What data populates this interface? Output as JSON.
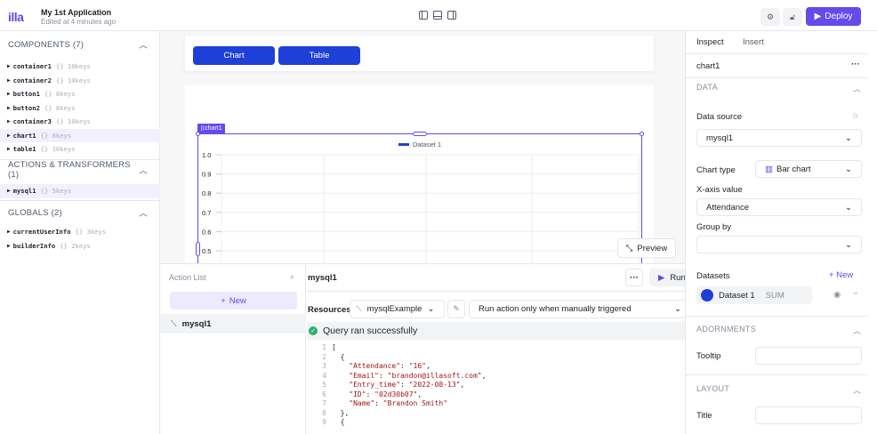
{
  "app": {
    "logo": "illa",
    "name": "My 1st Application",
    "edited": "Edited at 4 minutes ago",
    "deploy_label": "Deploy"
  },
  "components": {
    "header": "COMPONENTS (7)",
    "items": [
      {
        "name": "container1",
        "meta": "{} 10keys"
      },
      {
        "name": "container2",
        "meta": "{} 10keys"
      },
      {
        "name": "button1",
        "meta": "{} 8keys"
      },
      {
        "name": "button2",
        "meta": "{} 8keys"
      },
      {
        "name": "container3",
        "meta": "{} 10keys"
      },
      {
        "name": "chart1",
        "meta": "{} 8keys"
      },
      {
        "name": "table1",
        "meta": "{} 10keys"
      }
    ]
  },
  "actions": {
    "header": "ACTIONS & TRANSFORMERS (1)",
    "items": [
      {
        "name": "mysql1",
        "meta": "{} 5keys"
      }
    ]
  },
  "globals": {
    "header": "GLOBALS (2)",
    "items": [
      {
        "name": "currentUserInfo",
        "meta": "{} 3keys"
      },
      {
        "name": "builderInfo",
        "meta": "{} 2keys"
      }
    ]
  },
  "canvas": {
    "btn_chart": "Chart",
    "btn_table": "Table",
    "chart_tag": "chart1",
    "preview_label": "Preview"
  },
  "chart_data": {
    "type": "bar",
    "legend": [
      "Dataset 1"
    ],
    "y_ticks": [
      "1.0",
      "0.9",
      "0.8",
      "0.7",
      "0.6",
      "0.5"
    ],
    "ylim": [
      0.5,
      1.0
    ],
    "series": [
      {
        "name": "Dataset 1",
        "values": []
      }
    ],
    "grid": true,
    "legend_position": "top-center"
  },
  "action_list": {
    "title": "Action List",
    "new_label": "New",
    "items": [
      {
        "name": "mysql1"
      }
    ]
  },
  "editor": {
    "name": "mysql1",
    "more_label": "···",
    "run_label": "Run",
    "resources_label": "Resources",
    "resource_value": "mysqlExample",
    "trigger_value": "Run action only when manually triggered",
    "success_text": "Query ran successfully",
    "code_lines": [
      {
        "n": "1",
        "t": "["
      },
      {
        "n": "2",
        "t": "  {"
      },
      {
        "n": "3",
        "t": "    \"Attendance\": \"16\","
      },
      {
        "n": "4",
        "t": "    \"Email\": \"brandon@illasoft.com\","
      },
      {
        "n": "5",
        "t": "    \"Entry_time\": \"2022-08-13\","
      },
      {
        "n": "6",
        "t": "    \"ID\": \"02d30b07\","
      },
      {
        "n": "7",
        "t": "    \"Name\": \"Brandon Smith\""
      },
      {
        "n": "8",
        "t": "  },"
      },
      {
        "n": "9",
        "t": "  {"
      }
    ]
  },
  "inspector": {
    "tab_inspect": "Inspect",
    "tab_insert": "Insert",
    "component": "chart1",
    "more": "···",
    "data_section": "DATA",
    "data_source_label": "Data source",
    "fx": "fx",
    "data_source_value": "mysql1",
    "chart_type_label": "Chart type",
    "chart_type_value": "Bar chart",
    "xaxis_label": "X-axis value",
    "xaxis_value": "Attendance",
    "groupby_label": "Group by",
    "datasets_label": "Datasets",
    "new_label": "+ New",
    "dataset_name": "Dataset 1",
    "dataset_agg": "SUM",
    "adornments_section": "ADORNMENTS",
    "tooltip_label": "Tooltip",
    "layout_section": "LAYOUT",
    "title_label": "Title",
    "accent": "#654aec",
    "dataset_color": "#1e3fd8"
  }
}
